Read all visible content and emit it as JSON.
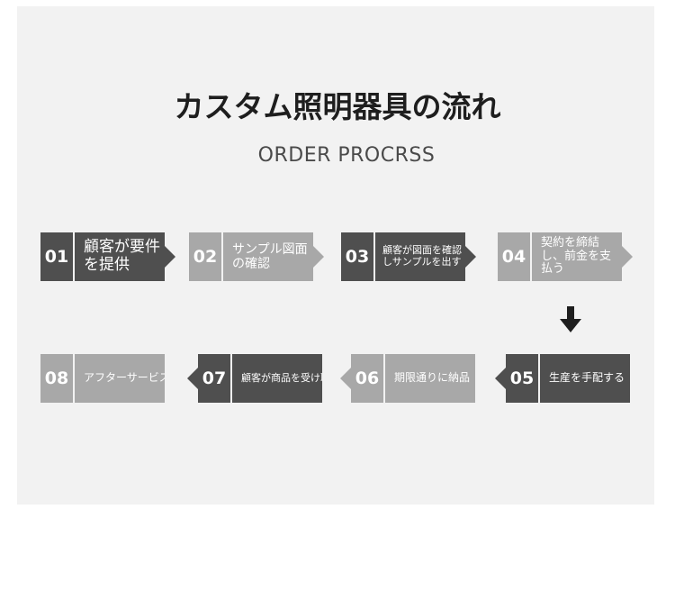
{
  "title": "カスタム照明器具の流れ",
  "subtitle": "ORDER PROCRSS",
  "steps": [
    {
      "num": "01",
      "label": "顧客が要件を提供"
    },
    {
      "num": "02",
      "label": "サンプル図面の確認"
    },
    {
      "num": "03",
      "label": "顧客が図面を確認しサンプルを出す"
    },
    {
      "num": "04",
      "label": "契約を締結し、前金を支払う"
    },
    {
      "num": "05",
      "label": "生産を手配する"
    },
    {
      "num": "06",
      "label": "期限通りに納品"
    },
    {
      "num": "07",
      "label": "顧客が商品を受け取る"
    },
    {
      "num": "08",
      "label": "アフターサービス"
    }
  ],
  "colors": {
    "dark": "#4f4f4f",
    "light": "#a8a8a8",
    "panel": "#f2f2f2"
  }
}
